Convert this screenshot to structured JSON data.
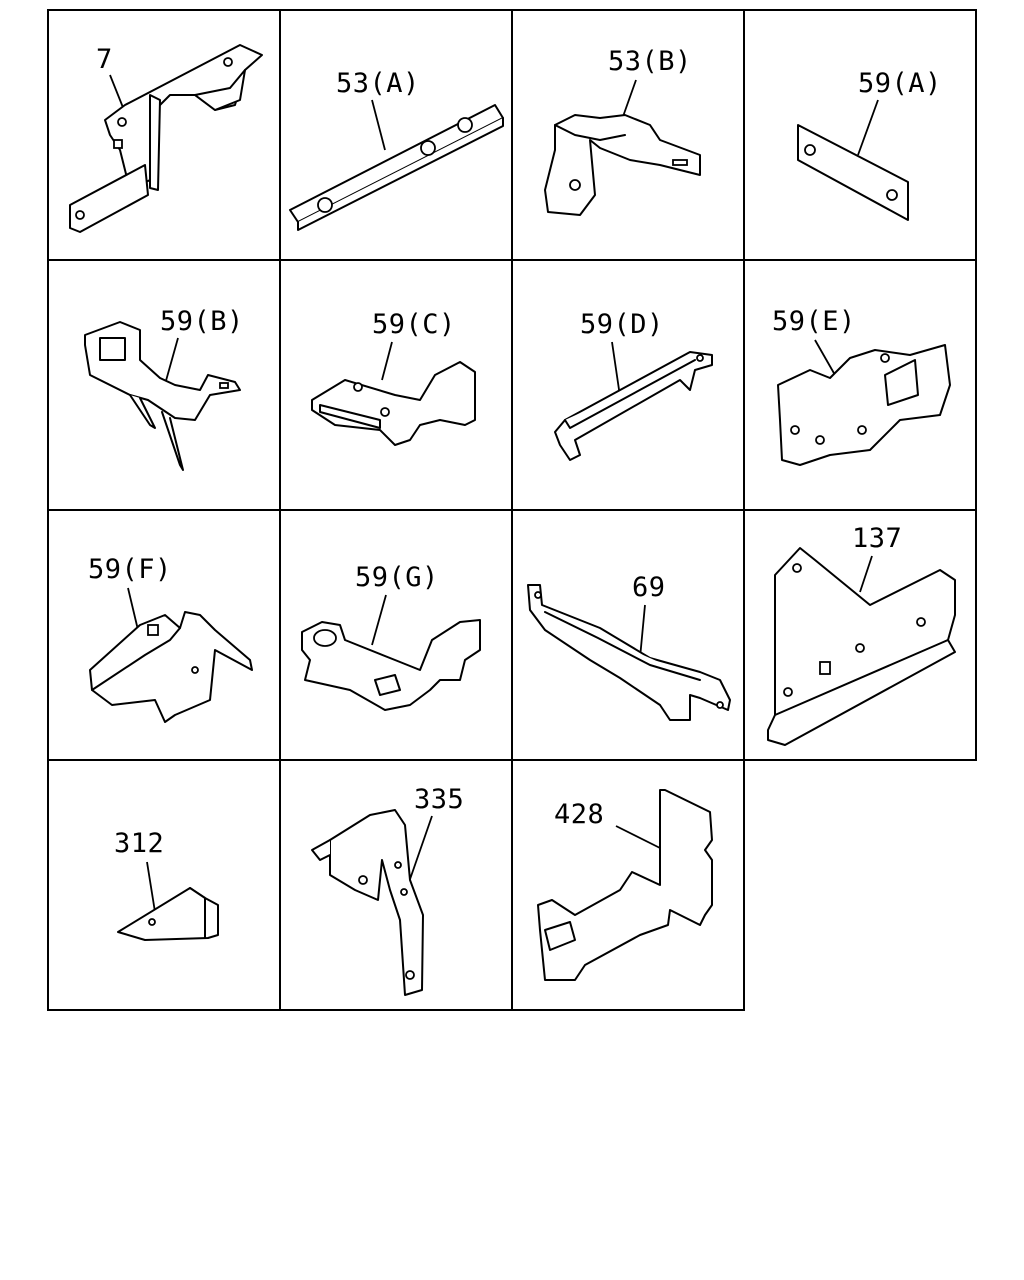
{
  "diagram": {
    "parts": [
      {
        "id": "cell-7",
        "label": "7"
      },
      {
        "id": "cell-53a",
        "label": "53(A)"
      },
      {
        "id": "cell-53b",
        "label": "53(B)"
      },
      {
        "id": "cell-59a",
        "label": "59(A)"
      },
      {
        "id": "cell-59b",
        "label": "59(B)"
      },
      {
        "id": "cell-59c",
        "label": "59(C)"
      },
      {
        "id": "cell-59d",
        "label": "59(D)"
      },
      {
        "id": "cell-59e",
        "label": "59(E)"
      },
      {
        "id": "cell-59f",
        "label": "59(F)"
      },
      {
        "id": "cell-59g",
        "label": "59(G)"
      },
      {
        "id": "cell-69",
        "label": "69"
      },
      {
        "id": "cell-137",
        "label": "137"
      },
      {
        "id": "cell-312",
        "label": "312"
      },
      {
        "id": "cell-335",
        "label": "335"
      },
      {
        "id": "cell-428",
        "label": "428"
      }
    ]
  }
}
